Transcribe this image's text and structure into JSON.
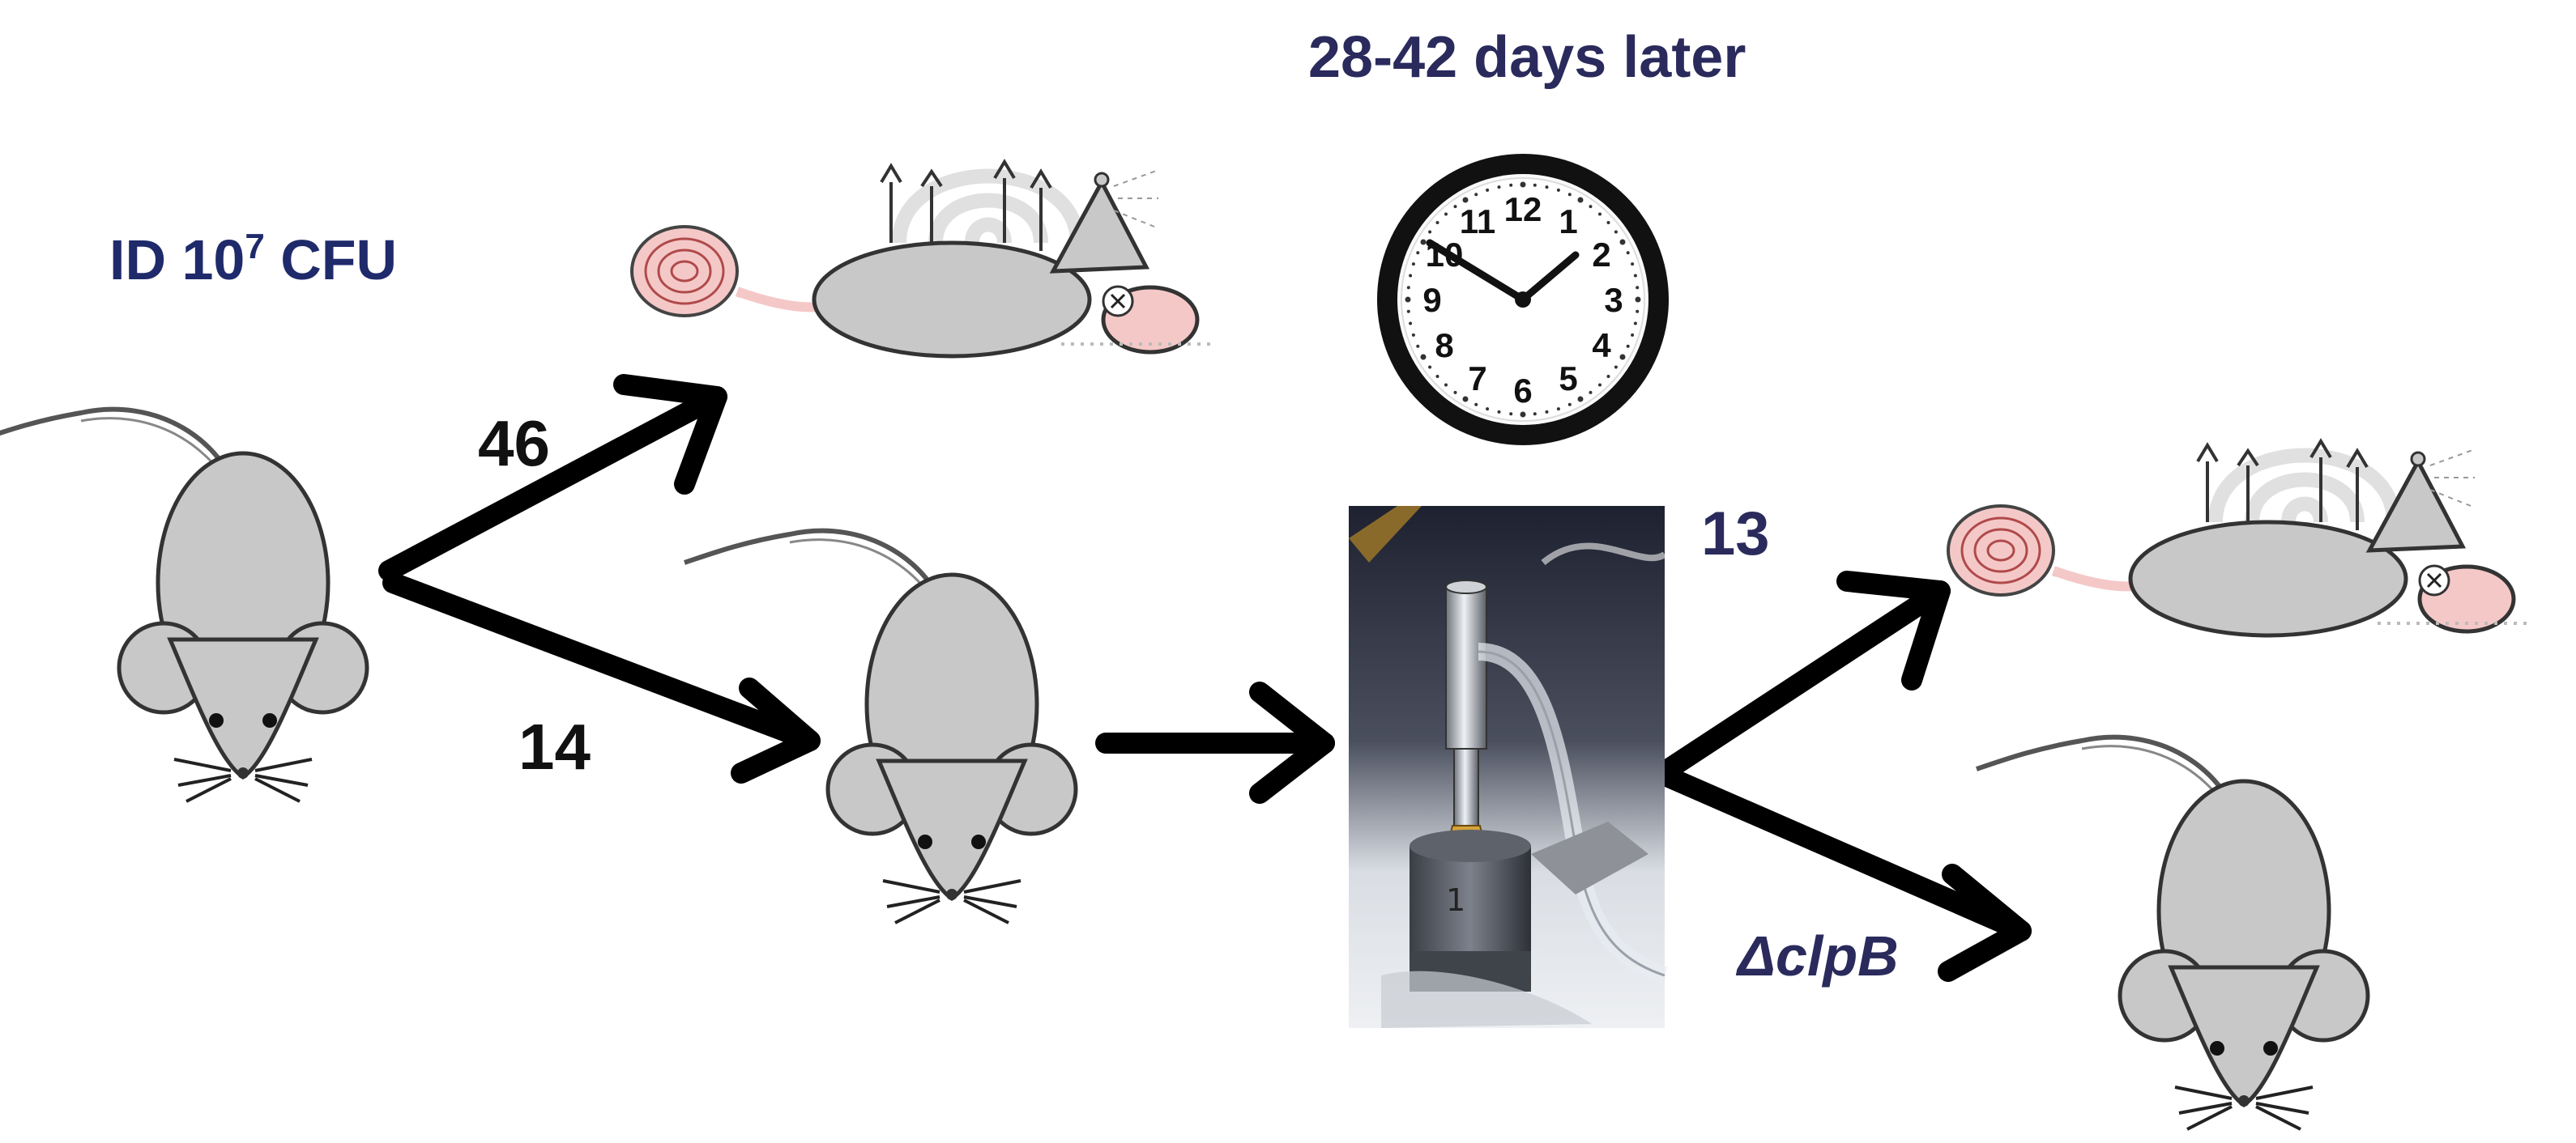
{
  "labels": {
    "dose_prefix": "ID 10",
    "dose_exponent": "7",
    "dose_suffix": " CFU",
    "time_delay": "28-42 days later",
    "count_died": "46",
    "count_survived": "14",
    "count_rechallenged": "13",
    "mutant": "ΔclpB"
  },
  "clock": {
    "numerals": [
      "12",
      "1",
      "2",
      "3",
      "4",
      "5",
      "6",
      "7",
      "8",
      "9",
      "10",
      "11"
    ]
  },
  "colors": {
    "label_blue": "#1f2a6b",
    "label_navy": "#2a2a5c",
    "count_black": "#111111",
    "mouse_fill": "#c8c8c8",
    "ear_pink": "#f4c4c4",
    "arrow": "#000000"
  },
  "icons": [
    "mouse-icon",
    "dead-mouse-icon",
    "clock-icon",
    "aerosol-apparatus-photo"
  ]
}
